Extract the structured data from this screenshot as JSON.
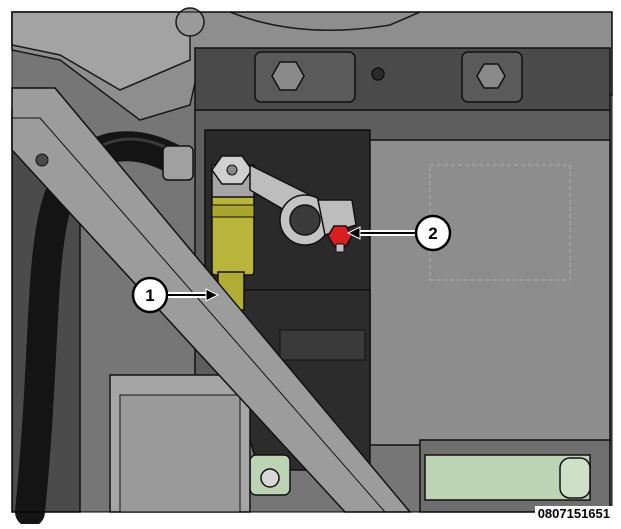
{
  "callouts": [
    {
      "number": "1"
    },
    {
      "number": "2"
    }
  ],
  "figure_id": "0807151651",
  "colors": {
    "background": "#7a7a7a",
    "sensor_highlight": "#b9b53a",
    "nut_highlight": "#d81e1e",
    "panel_light": "#9a9a9a",
    "panel_dark": "#3d3d3d",
    "cable_black": "#141414",
    "clip_green": "#bcd4b4"
  }
}
